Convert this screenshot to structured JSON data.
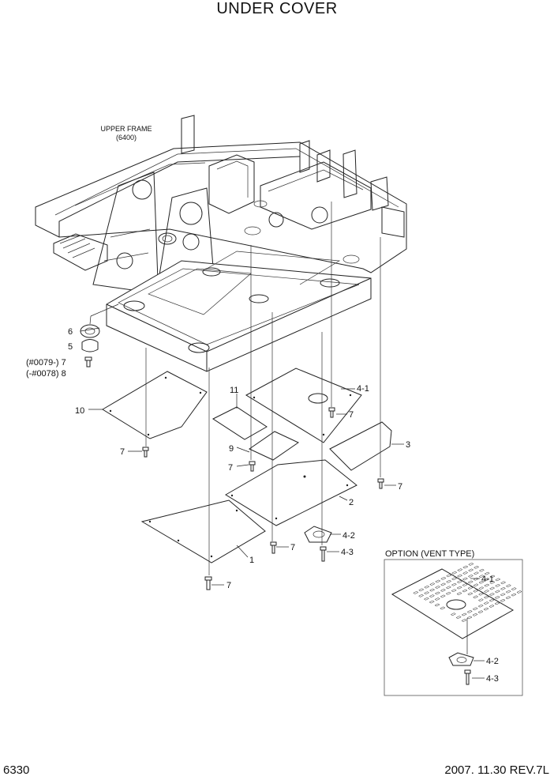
{
  "title": "UNDER COVER",
  "upper_frame": {
    "line1": "UPPER FRAME",
    "line2": "(6400)"
  },
  "option_box_label": "OPTION (VENT TYPE)",
  "callouts": {
    "c6": "6",
    "c5": "5",
    "c7a_prefix": "(#0079-) 7",
    "c8_prefix": "(-#0078) 8",
    "c10": "10",
    "c7_left": "7",
    "c11": "11",
    "c9": "9",
    "c7_mid": "7",
    "c41": "4-1",
    "c7_right": "7",
    "c3": "3",
    "c7_far": "7",
    "c2": "2",
    "c42": "4-2",
    "c43": "4-3",
    "c7_low": "7",
    "c1": "1",
    "c7_bottom": "7",
    "opt41": "4-1",
    "opt42": "4-2",
    "opt43": "4-3"
  },
  "footer": {
    "page": "6330",
    "date_rev": "2007. 11.30  REV.7L"
  }
}
